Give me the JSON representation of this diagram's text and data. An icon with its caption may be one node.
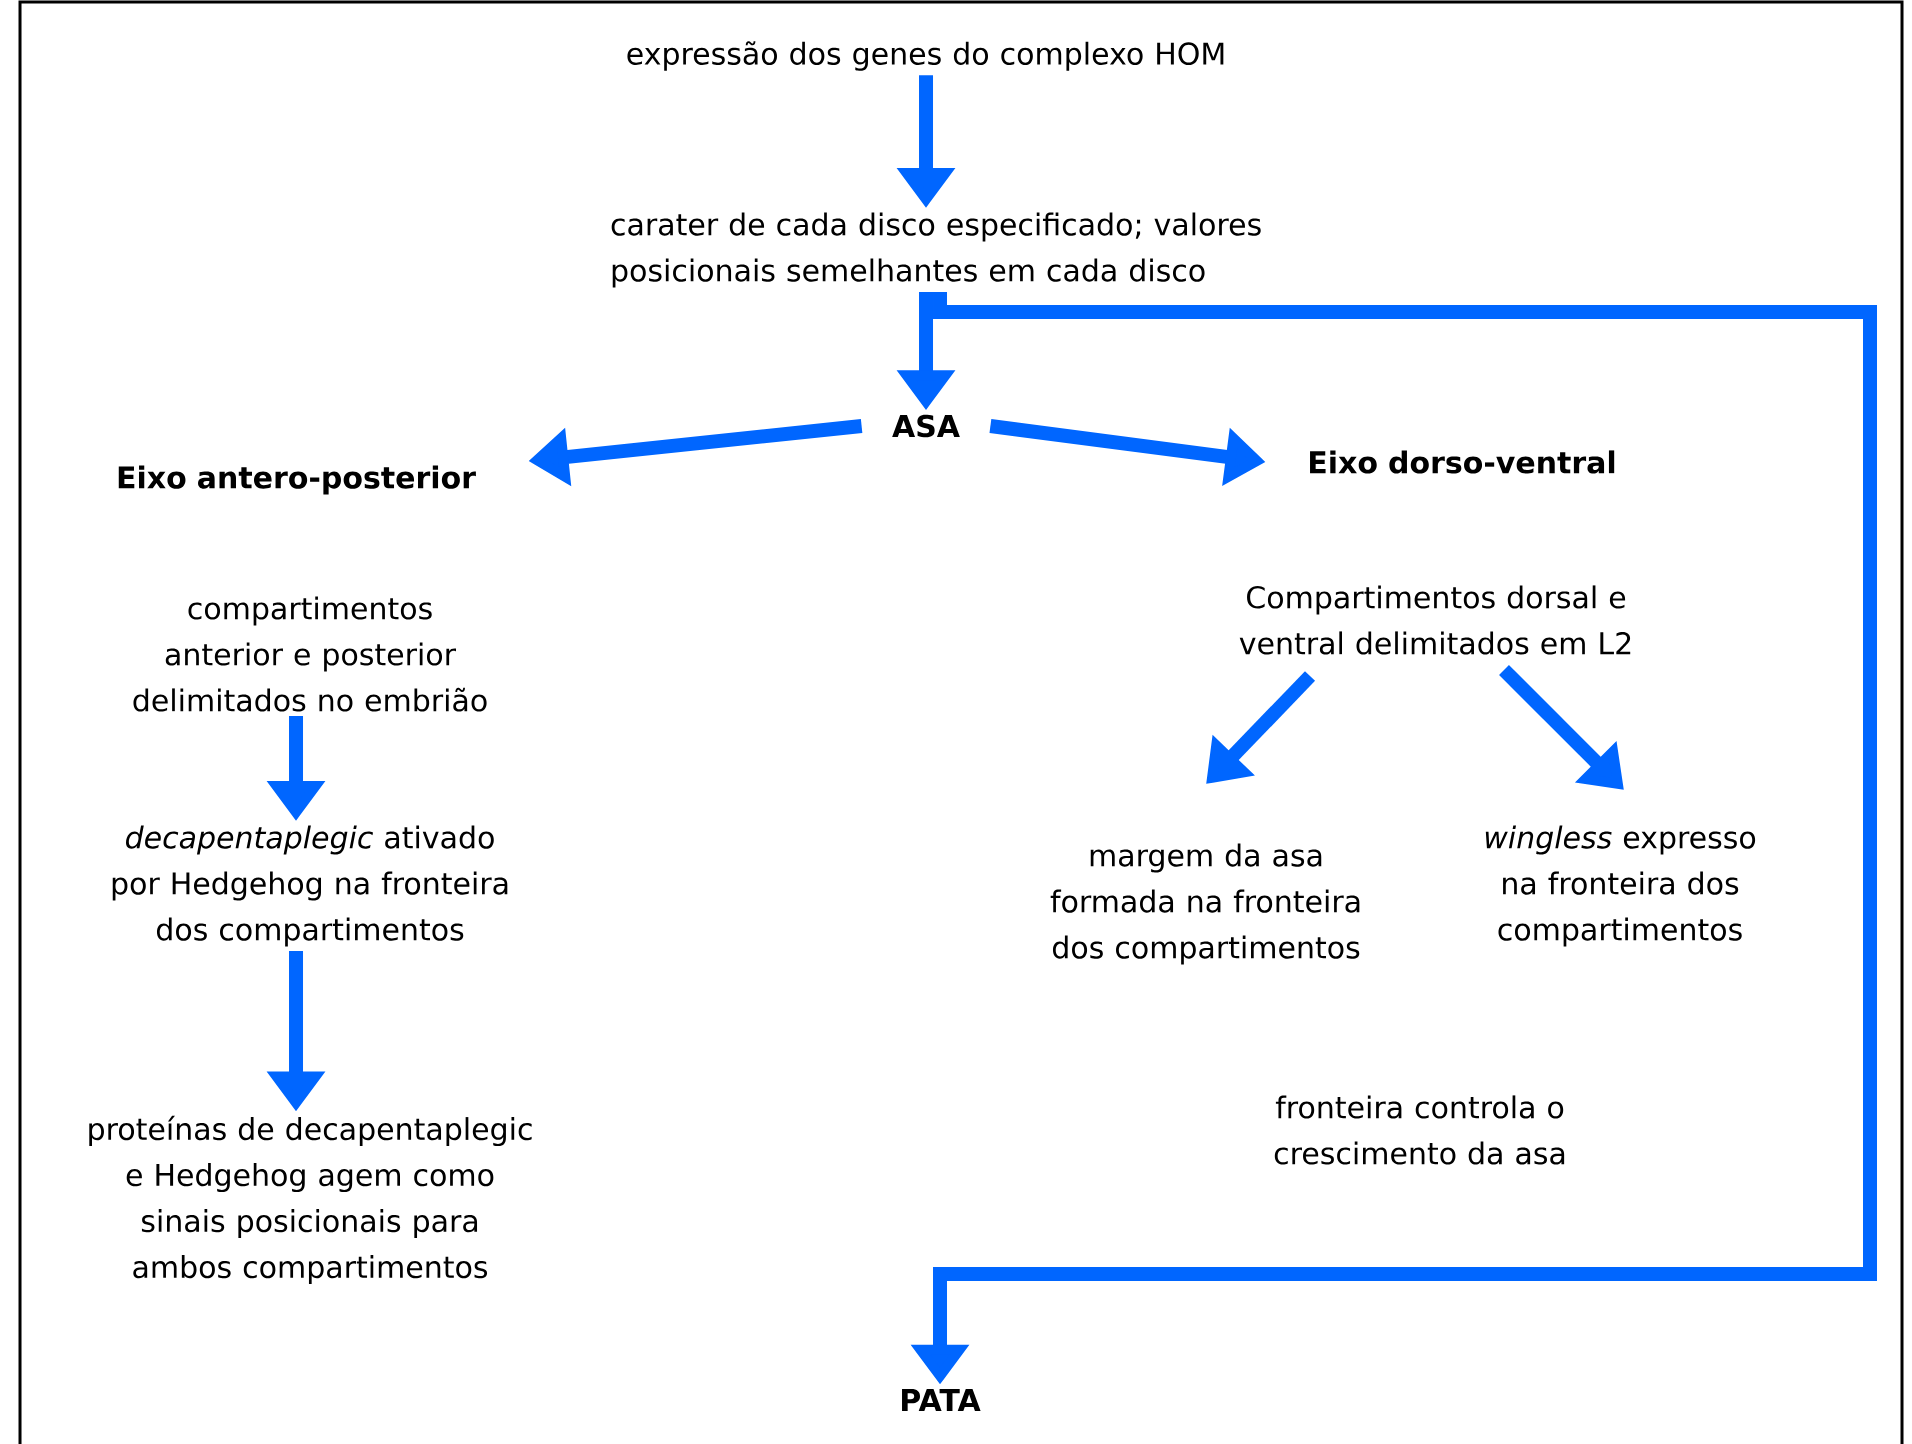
{
  "diagram": {
    "nodes": [
      {
        "text": [
          "expressão dos genes do complexo HOM"
        ]
      },
      {
        "text": [
          "carater de cada disco especificado; valores posicionais semelhantes em cada disco"
        ]
      },
      {
        "text": [
          "ASA"
        ]
      },
      {
        "text": [
          "Eixo antero-posterior"
        ]
      },
      {
        "text": [
          "Eixo dorso-ventral"
        ]
      },
      {
        "text": [
          "compartimentos anterior e posterior delimitados no embrião"
        ]
      },
      {
        "text": [
          "*decapentaplegic* ativado por Hedgehog na fronteira dos compartimentos"
        ]
      },
      {
        "text": [
          "proteínas de decapentaplegic e Hedgehog agem como sinais posicionais para ambos compartimentos"
        ]
      },
      {
        "text": [
          "Compartimentos dorsal e ventral delimitados em L2"
        ]
      },
      {
        "text": [
          "margem da asa formada na fronteira dos compartimentos"
        ]
      },
      {
        "text": [
          "*wingless* expresso na fronteira dos compartimentos"
        ]
      },
      {
        "text": [
          "fronteira controla o crescimento da asa"
        ]
      },
      {
        "text": [
          "PATA"
        ]
      }
    ],
    "edges": [
      {
        "from": 0,
        "to": 1,
        "arrow": "to"
      },
      {
        "from": 1,
        "to": 2,
        "arrow": "to"
      },
      {
        "from": 2,
        "to": 3,
        "arrow": "to"
      },
      {
        "from": 2,
        "to": 4,
        "arrow": "to"
      },
      {
        "from": 5,
        "to": 6,
        "arrow": "to"
      },
      {
        "from": 6,
        "to": 7,
        "arrow": "to"
      },
      {
        "from": 8,
        "to": 9,
        "arrow": "to"
      },
      {
        "from": 8,
        "to": 10,
        "arrow": "to"
      },
      {
        "from": 1,
        "to": 12,
        "arrow": "to"
      }
    ]
  }
}
